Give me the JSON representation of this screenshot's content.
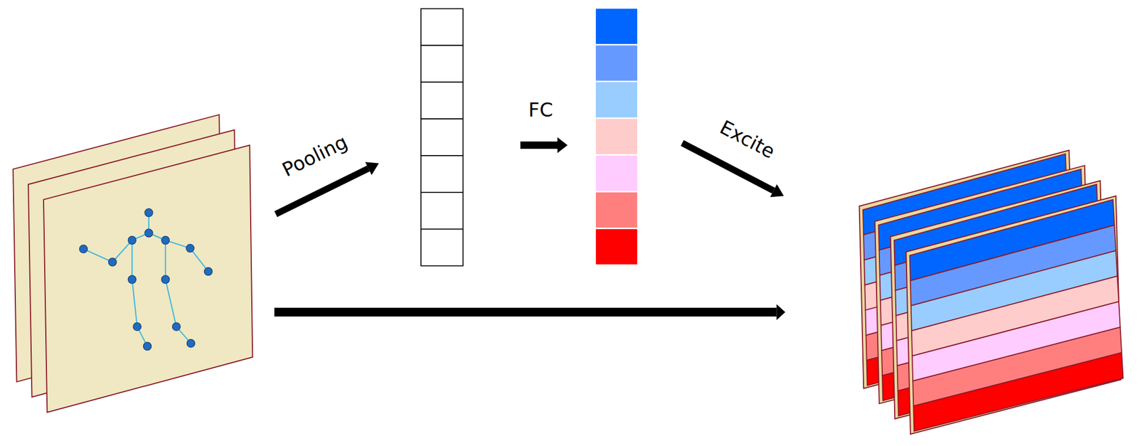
{
  "diagram": {
    "labels": [
      "Pooling",
      "FC",
      "Excite"
    ]
  }
}
